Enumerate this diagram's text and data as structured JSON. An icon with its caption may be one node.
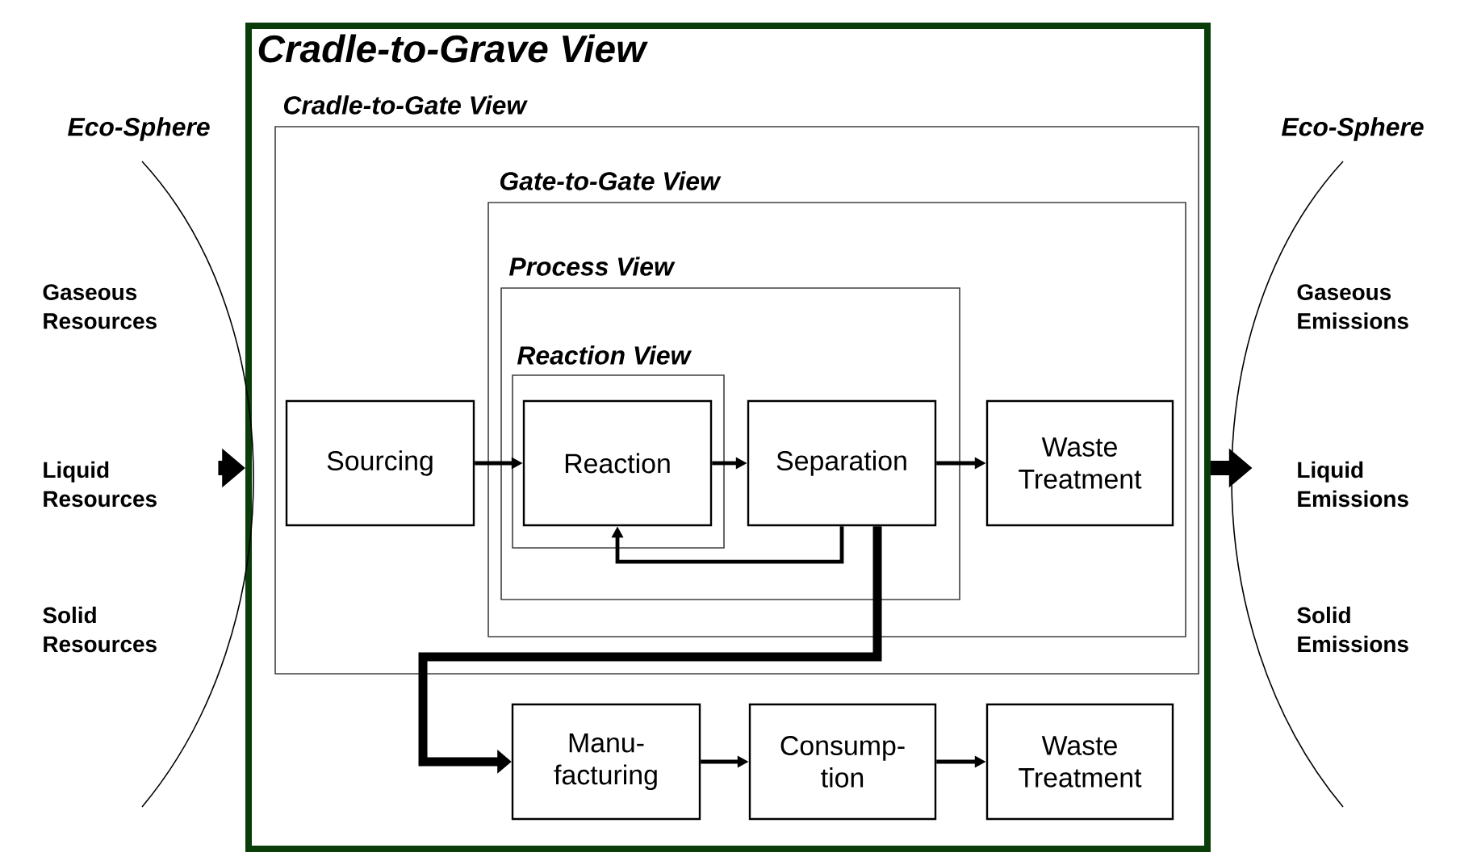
{
  "diagram": {
    "nodes": [
      {
        "text": [
          "Cradle-to-Grave View"
        ]
      },
      {
        "text": [
          "Cradle-to-Gate View"
        ],
        "in": 0
      },
      {
        "text": [
          "Gate-to-Gate View"
        ],
        "in": 1
      },
      {
        "text": [
          "Process View"
        ],
        "in": 2
      },
      {
        "text": [
          "Reaction View"
        ],
        "in": 3
      },
      {
        "text": [
          "Sourcing"
        ],
        "in": 1
      },
      {
        "text": [
          "Reaction"
        ],
        "in": 4
      },
      {
        "text": [
          "Separation"
        ],
        "in": 3
      },
      {
        "text": [
          "Waste Treatment"
        ],
        "in": 2
      },
      {
        "text": [
          "Manu- facturing"
        ],
        "in": 0
      },
      {
        "text": [
          "Consump- tion"
        ],
        "in": 0
      },
      {
        "text": [
          "Waste Treatment"
        ],
        "in": 0
      },
      {
        "text": [
          "Eco-Sphere",
          "Gaseous Resources",
          "Liquid Resources",
          "Solid Resources"
        ]
      },
      {
        "text": [
          "Eco-Sphere",
          "Gaseous Emissions",
          "Liquid Emissions",
          "Solid Emissions"
        ]
      }
    ],
    "edges": [
      {
        "from": 12,
        "to": 0,
        "arrow": "to",
        "style": "thick"
      },
      {
        "from": 5,
        "to": 6,
        "arrow": "to"
      },
      {
        "from": 6,
        "to": 7,
        "arrow": "to"
      },
      {
        "from": 7,
        "to": 8,
        "arrow": "to"
      },
      {
        "from": 7,
        "to": 6,
        "arrow": "to"
      },
      {
        "from": 7,
        "to": 9,
        "arrow": "to",
        "style": "thick"
      },
      {
        "from": 9,
        "to": 10,
        "arrow": "to"
      },
      {
        "from": 10,
        "to": 11,
        "arrow": "to"
      },
      {
        "from": 0,
        "to": 13,
        "arrow": "to",
        "style": "thick"
      }
    ]
  }
}
